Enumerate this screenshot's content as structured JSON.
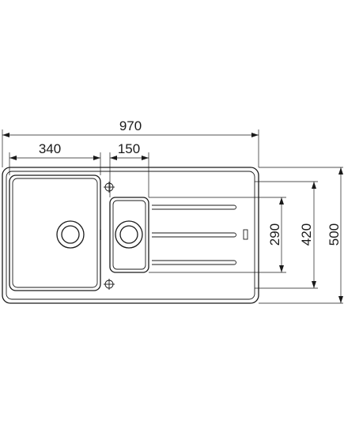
{
  "dimensions": {
    "overall_width": "970",
    "bowl_width": "340",
    "prep_bowl_width": "150",
    "bowl_height": "290",
    "inner_depth": "420",
    "overall_depth": "500"
  },
  "colors": {
    "line": "#1a1a1a",
    "background": "#ffffff"
  }
}
